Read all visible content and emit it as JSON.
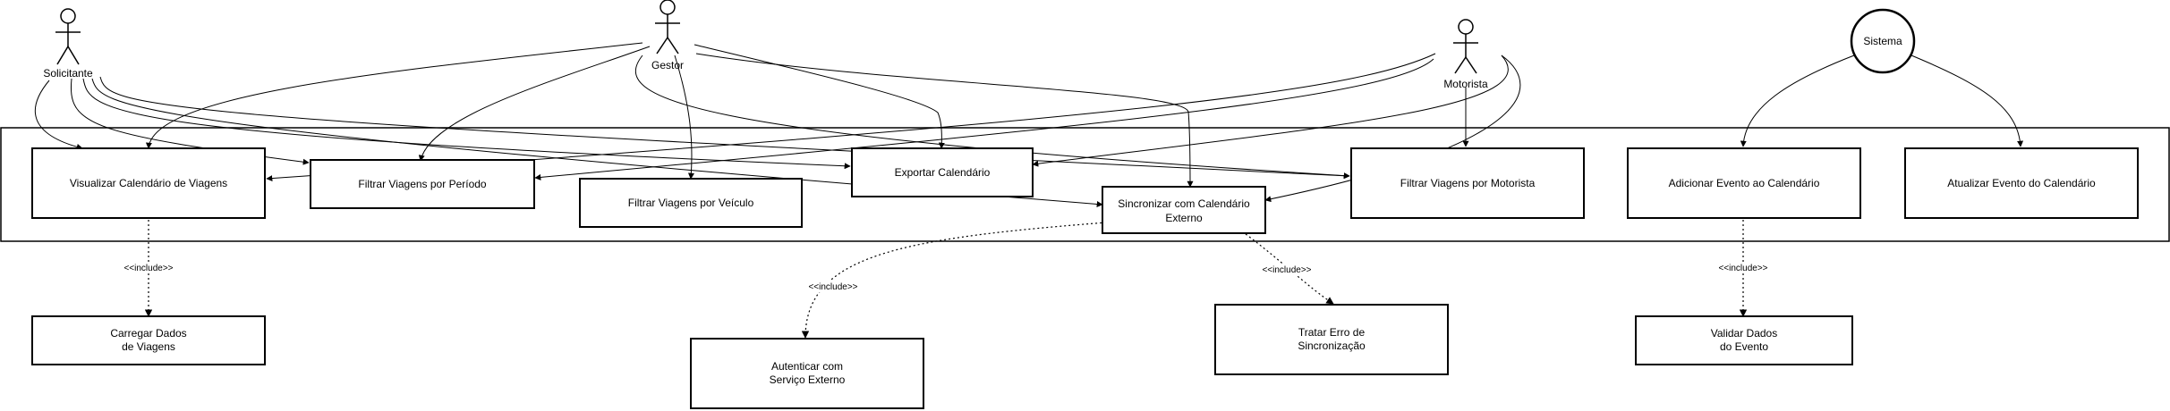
{
  "actors": {
    "solicitante": "Solicitante",
    "gestor": "Gestor",
    "motorista": "Motorista",
    "sistema": "Sistema"
  },
  "use_cases": {
    "visualizar": "Visualizar Calendário de Viagens",
    "filtrar_periodo": "Filtrar Viagens por Período",
    "filtrar_veiculo": "Filtrar Viagens por Veículo",
    "exportar": "Exportar Calendário",
    "sincronizar": [
      "Sincronizar com Calendário",
      "Externo"
    ],
    "filtrar_motorista": "Filtrar Viagens por Motorista",
    "adicionar_evento": "Adicionar Evento ao Calendário",
    "atualizar_evento": "Atualizar Evento do Calendário",
    "carregar_dados": [
      "Carregar Dados",
      "de Viagens"
    ],
    "autenticar": [
      "Autenticar com",
      "Serviço Externo"
    ],
    "tratar_erro": [
      "Tratar Erro de",
      "Sincronização"
    ],
    "validar_dados": [
      "Validar Dados",
      "do Evento"
    ]
  },
  "include_label": "<<include>>",
  "colors": {
    "stroke": "#000000",
    "fill": "#ffffff"
  }
}
